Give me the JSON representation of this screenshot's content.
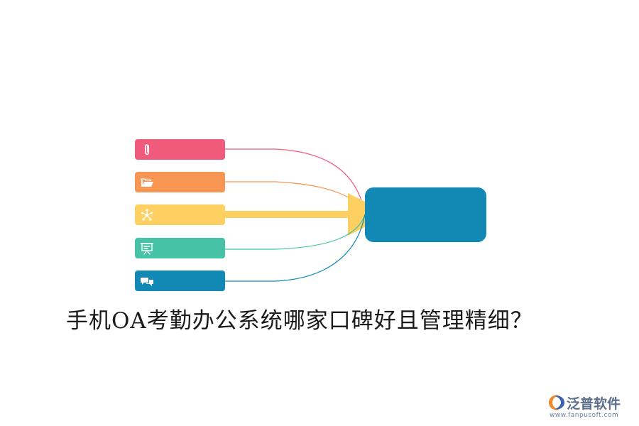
{
  "title": "手机OA考勤办公系统哪家口碑好且管理精细？",
  "diagram": {
    "hub": {
      "color": "#1289b5"
    },
    "branches": [
      {
        "color": "#f05a7b",
        "icon": "paperclip-icon",
        "emphasized": false
      },
      {
        "color": "#f79653",
        "icon": "folder-icon",
        "emphasized": false
      },
      {
        "color": "#fecf61",
        "icon": "network-icon",
        "emphasized": true
      },
      {
        "color": "#46c3a6",
        "icon": "presentation-board-icon",
        "emphasized": false
      },
      {
        "color": "#1289b5",
        "icon": "chat-bubbles-icon",
        "emphasized": false
      }
    ]
  },
  "logo": {
    "name": "泛普软件",
    "url": "www.fanpusoft.com",
    "colors": {
      "mark_orange": "#f08a2b",
      "mark_blue": "#3a62b0",
      "text": "#5b6f8c"
    }
  }
}
